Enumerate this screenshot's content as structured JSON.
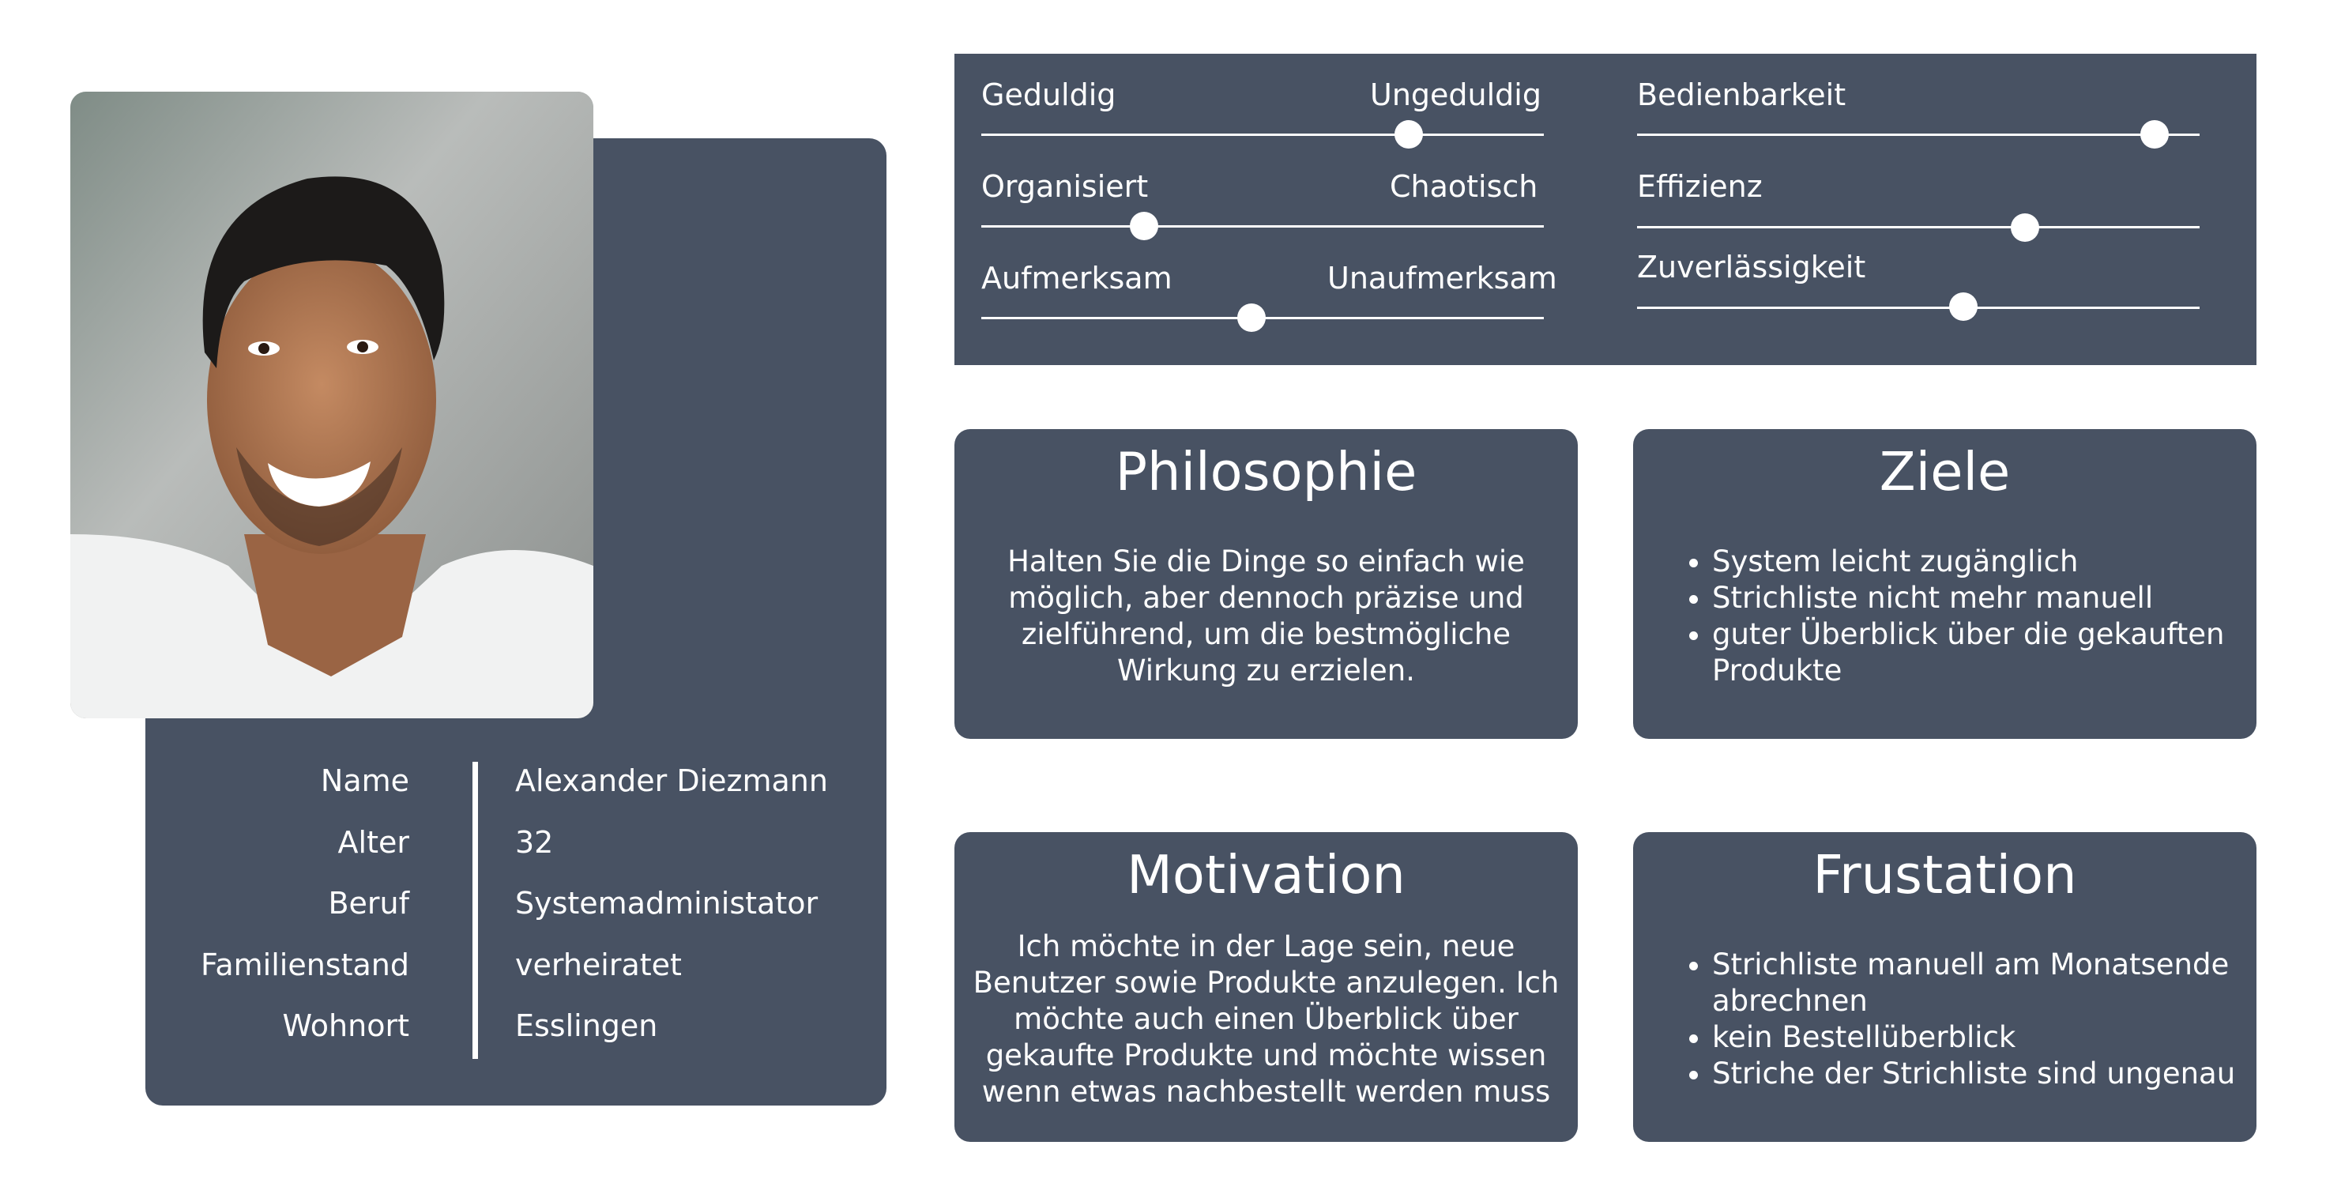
{
  "profile": {
    "photo_alt": "portrait photo",
    "fields": [
      {
        "label": "Name",
        "value": "Alexander Diezmann"
      },
      {
        "label": "Alter",
        "value": "32"
      },
      {
        "label": "Beruf",
        "value": "Systemadministator"
      },
      {
        "label": "Familienstand",
        "value": "verheiratet"
      },
      {
        "label": "Wohnort",
        "value": "Esslingen"
      }
    ]
  },
  "traits": [
    {
      "left": "Geduldig",
      "right": "Ungeduldig",
      "level": 0.76
    },
    {
      "left": "Organisiert",
      "right": "Chaotisch",
      "level": 0.29
    },
    {
      "left": "Aufmerksam",
      "right": "Unaufmerksam",
      "level": 0.48
    }
  ],
  "ratings": [
    {
      "label": "Bedienbarkeit",
      "level": 0.92
    },
    {
      "label": "Effizienz",
      "level": 0.69
    },
    {
      "label": "Zuverlässigkeit",
      "level": 0.58
    }
  ],
  "cards": {
    "philosophie": {
      "title": "Philosophie",
      "text": "Halten Sie die Dinge so einfach wie möglich, aber dennoch präzise und zielführend, um die bestmögliche Wirkung zu erzielen."
    },
    "ziele": {
      "title": "Ziele",
      "items": [
        "System leicht zugänglich",
        "Strichliste nicht mehr manuell",
        "guter Überblick über die gekauften Produkte"
      ]
    },
    "motivation": {
      "title": "Motivation",
      "text": "Ich möchte in der Lage sein, neue Benutzer sowie Produkte anzulegen. Ich möchte auch einen Überblick über gekaufte Produkte und möchte wissen wenn etwas nachbestellt werden muss"
    },
    "frustation": {
      "title": "Frustation",
      "items": [
        "Strichliste manuell am Monatsende abrechnen",
        "kein Bestellüberblick",
        "Striche der Strichliste sind ungenau"
      ]
    }
  },
  "colors": {
    "panel": "#485263",
    "background": "#ffffff",
    "text": "#ffffff"
  }
}
